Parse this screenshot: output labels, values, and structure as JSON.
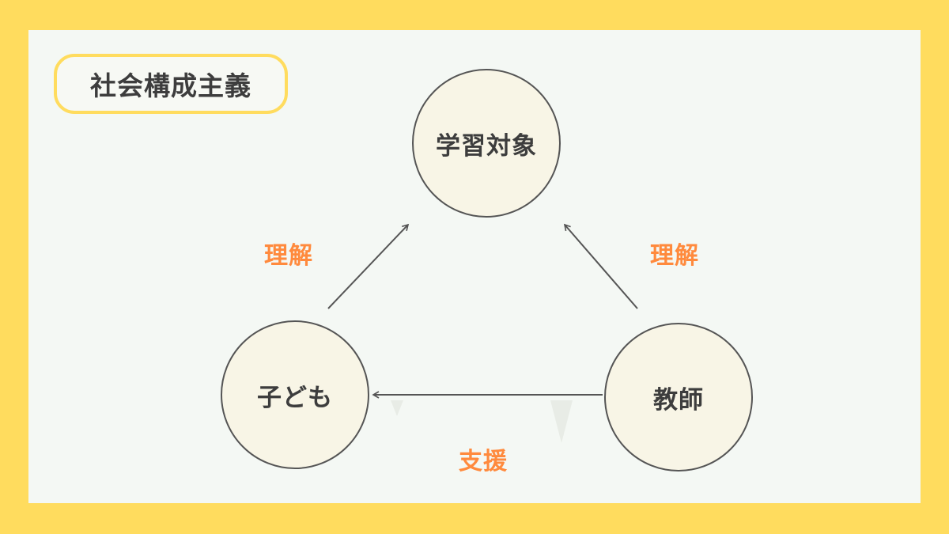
{
  "title": "社会構成主義",
  "nodes": {
    "top": "学習対象",
    "left": "子ども",
    "right": "教師"
  },
  "edges": {
    "left_label": "理解",
    "right_label": "理解",
    "bottom_label": "支援"
  },
  "colors": {
    "frame": "#FFDC5E",
    "panel": "#F4F8F4",
    "node_fill": "#F8F5E6",
    "node_border": "#555555",
    "text": "#3D3D3D",
    "accent": "#FF8A3D",
    "arrow": "#555555"
  }
}
